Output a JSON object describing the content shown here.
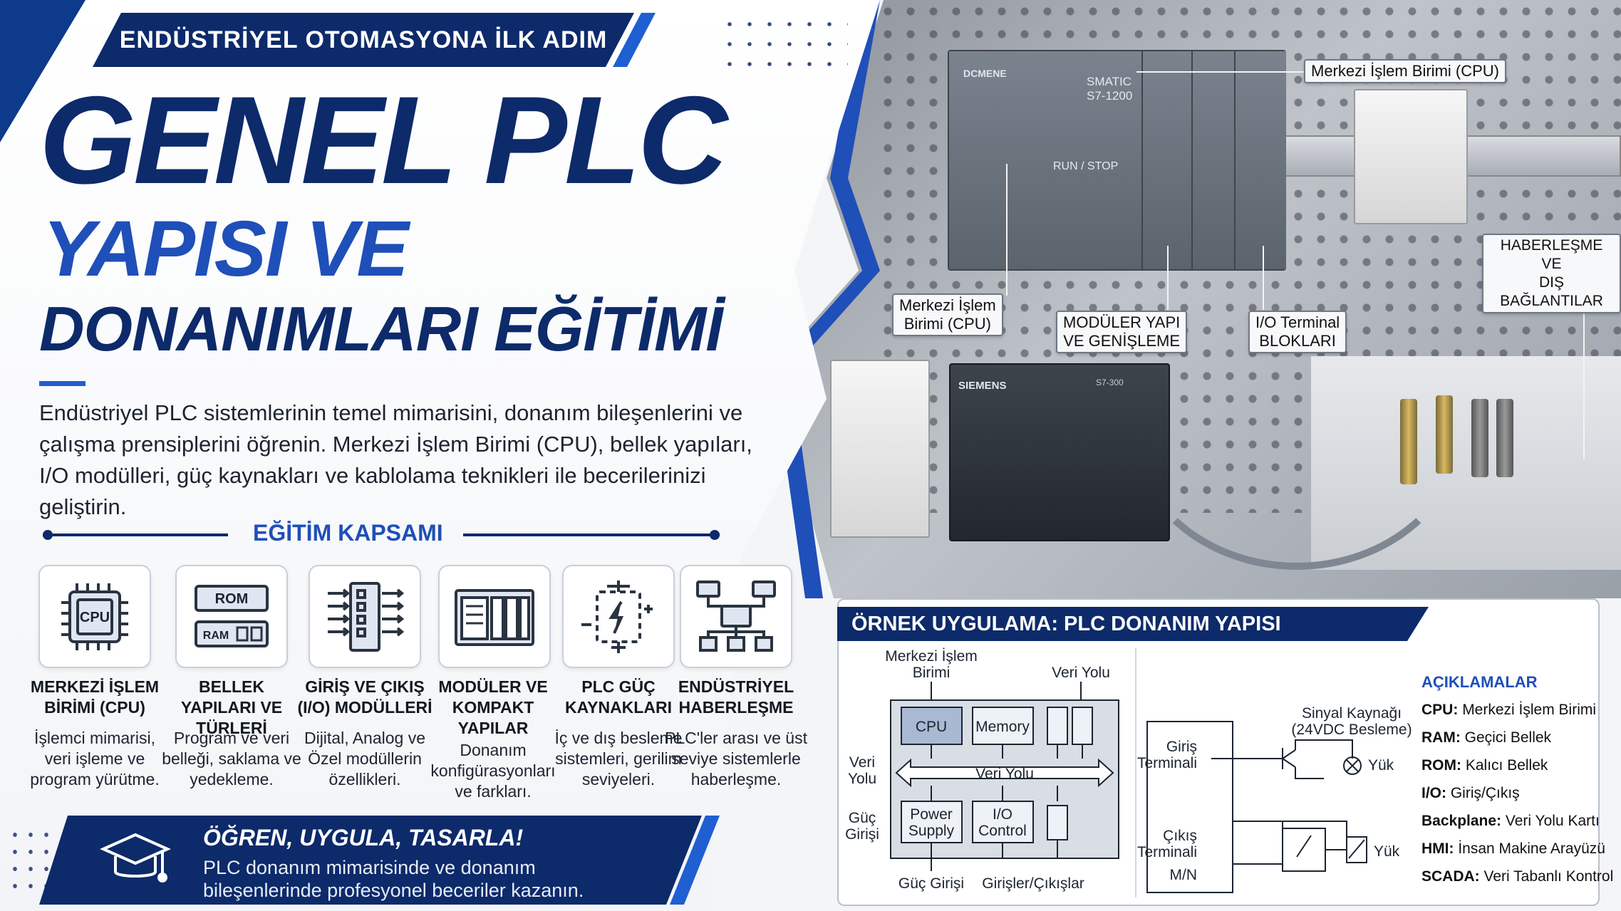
{
  "banner": "ENDÜSTRİYEL OTOMASYONA İLK ADIM",
  "title": {
    "line1": "GENEL PLC",
    "line2": "YAPISI VE",
    "line3": "DONANIMLARI EĞİTİMİ"
  },
  "intro": "Endüstriyel PLC sistemlerinin temel mimarisini, donanım bileşenlerini ve çalışma prensiplerini öğrenin. Merkezi İşlem Birimi (CPU), bellek yapıları, I/O modülleri, güç kaynakları ve kablolama teknikleri ile becerilerinizi geliştirin.",
  "scope": {
    "title": "EĞİTİM KAPSAMI",
    "cards": [
      {
        "icon": "cpu-chip-icon",
        "title": "MERKEZİ İŞLEM BİRİMİ (CPU)",
        "desc": "İşlemci mimarisi, veri işleme ve program yürütme.",
        "icon_text": "CPU"
      },
      {
        "icon": "memory-icon",
        "title": "BELLEK YAPILARI VE TÜRLERİ",
        "desc": "Program ve veri belleği, saklama ve yedekleme.",
        "icon_text": "ROM",
        "icon_text2": "RAM"
      },
      {
        "icon": "io-module-icon",
        "title": "GİRİŞ VE ÇIKIŞ (I/O) MODÜLLERİ",
        "desc": "Dijital, Analog ve Özel modüllerin özellikleri."
      },
      {
        "icon": "modular-rack-icon",
        "title": "MODÜLER VE KOMPAKT YAPILAR",
        "desc": "Donanım konfigürasyonları ve farkları."
      },
      {
        "icon": "power-supply-icon",
        "title": "PLC GÜÇ KAYNAKLARI",
        "desc": "İç ve dış besleme sistemleri, gerilim seviyeleri."
      },
      {
        "icon": "network-icon",
        "title": "ENDÜSTRİYEL HABERLEŞME",
        "desc": "PLC'ler arası ve üst seviye sistemlerle haberleşme."
      }
    ]
  },
  "footer": {
    "icon": "graduation-cap-icon",
    "title": "ÖĞREN, UYGULA, TASARLA!",
    "subtitle": "PLC donanım mimarisinde ve donanım bileşenlerinde profesyonel beceriler kazanın."
  },
  "photo": {
    "top_plc_brand": "DCMENE",
    "top_plc_model_line1": "SMATIC",
    "top_plc_model_line2": "S7-1200",
    "top_plc_run": "RUN / STOP",
    "bottom_plc_brand": "SIEMENS",
    "bottom_plc_tag": "S7-300",
    "labels": {
      "cpu_top": "Merkezi İşlem Birimi (CPU)",
      "cpu_left": "Merkezi İşlem\nBirimi (CPU)",
      "modular": "MODÜLER YAPI\nVE GENİŞLEME",
      "io_terminal": "I/O Terminal\nBLOKLARI",
      "comm": "HABERLEŞME VE\nDIŞ BAĞLANTILAR"
    }
  },
  "example": {
    "header": "ÖRNEK UYGULAMA: PLC DONANIM YAPISI",
    "block": {
      "cpu_caption_1": "Merkezi İşlem",
      "cpu_caption_2": "Birimi",
      "bus_caption": "Veri Yolu",
      "cpu": "CPU",
      "memory": "Memory",
      "bus": "Veri Yolu",
      "bus_left_1": "Veri",
      "bus_left_2": "Yolu",
      "power_left_1": "Güç",
      "power_left_2": "Girişi",
      "power_1": "Power",
      "power_2": "Supply",
      "io_1": "I/O",
      "io_2": "Control",
      "bottom_power": "Güç Girişi",
      "bottom_io": "Girişler/Çıkışlar"
    },
    "wiring": {
      "signal_1": "Sinyal Kaynağı",
      "signal_2": "(24VDC Besleme)",
      "input_1": "Giriş",
      "input_2": "Terminali",
      "output_1": "Çıkış",
      "output_2": "Terminali",
      "mn": "M/N",
      "load_top": "Yük",
      "load_bottom": "Yük"
    },
    "legend": {
      "title": "AÇIKLAMALAR",
      "items": [
        {
          "key": "CPU:",
          "value": "Merkezi İşlem Birimi"
        },
        {
          "key": "RAM:",
          "value": "Geçici Bellek"
        },
        {
          "key": "ROM:",
          "value": "Kalıcı Bellek"
        },
        {
          "key": "I/O:",
          "value": "Giriş/Çıkış"
        },
        {
          "key": "Backplane:",
          "value": "Veri Yolu Kartı"
        },
        {
          "key": "HMI:",
          "value": "İnsan Makine Arayüzü"
        },
        {
          "key": "SCADA:",
          "value": "Veri Tabanlı Kontrol"
        }
      ]
    }
  },
  "colors": {
    "navy": "#0d2a6a",
    "blue": "#1f4fb8",
    "accent": "#1f5fd1"
  }
}
